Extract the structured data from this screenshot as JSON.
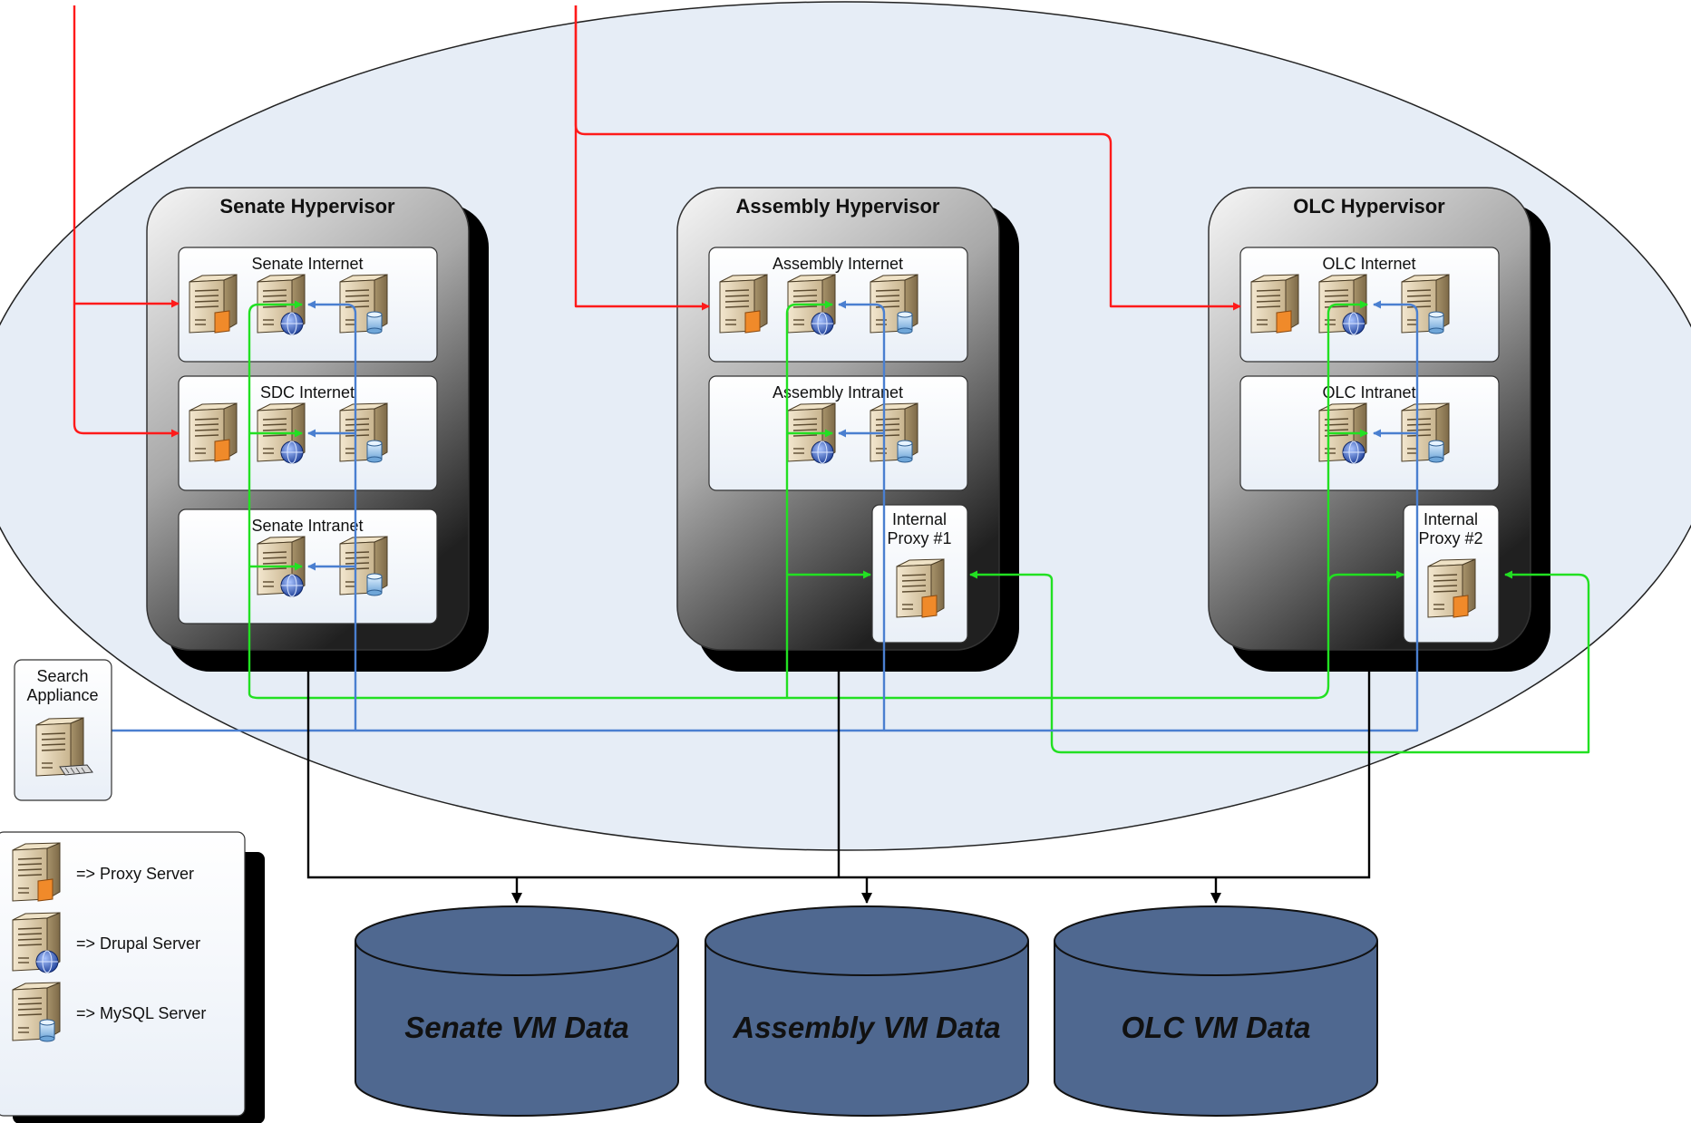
{
  "hypervisors": [
    {
      "title": "Senate Hypervisor",
      "groups": [
        {
          "label": "Senate Internet",
          "servers": [
            "proxy",
            "drupal",
            "mysql"
          ]
        },
        {
          "label": "SDC Internet",
          "servers": [
            "proxy",
            "drupal",
            "mysql"
          ]
        },
        {
          "label": "Senate Intranet",
          "servers": [
            "drupal",
            "mysql"
          ]
        }
      ]
    },
    {
      "title": "Assembly Hypervisor",
      "groups": [
        {
          "label": "Assembly Internet",
          "servers": [
            "proxy",
            "drupal",
            "mysql"
          ]
        },
        {
          "label": "Assembly Intranet",
          "servers": [
            "drupal",
            "mysql"
          ]
        }
      ],
      "internal_proxy": {
        "line1": "Internal",
        "line2": "Proxy #1"
      }
    },
    {
      "title": "OLC Hypervisor",
      "groups": [
        {
          "label": "OLC Internet",
          "servers": [
            "proxy",
            "drupal",
            "mysql"
          ]
        },
        {
          "label": "OLC Intranet",
          "servers": [
            "drupal",
            "mysql"
          ]
        }
      ],
      "internal_proxy": {
        "line1": "Internal",
        "line2": "Proxy #2"
      }
    }
  ],
  "search_appliance": {
    "line1": "Search",
    "line2": "Appliance"
  },
  "legend": [
    {
      "icon": "proxy-server-icon",
      "label": "=> Proxy Server"
    },
    {
      "icon": "drupal-server-icon",
      "label": "=> Drupal Server"
    },
    {
      "icon": "mysql-server-icon",
      "label": "=> MySQL Server"
    }
  ],
  "databases": [
    "Senate VM Data",
    "Assembly VM Data",
    "OLC VM Data"
  ],
  "colors": {
    "internet_link": "#ff1a1a",
    "proxy_link": "#22e022",
    "search_link": "#4a7fd0",
    "storage_link": "#000000",
    "database_fill": "#4f6890",
    "cloud_fill": "#e6edf6"
  }
}
